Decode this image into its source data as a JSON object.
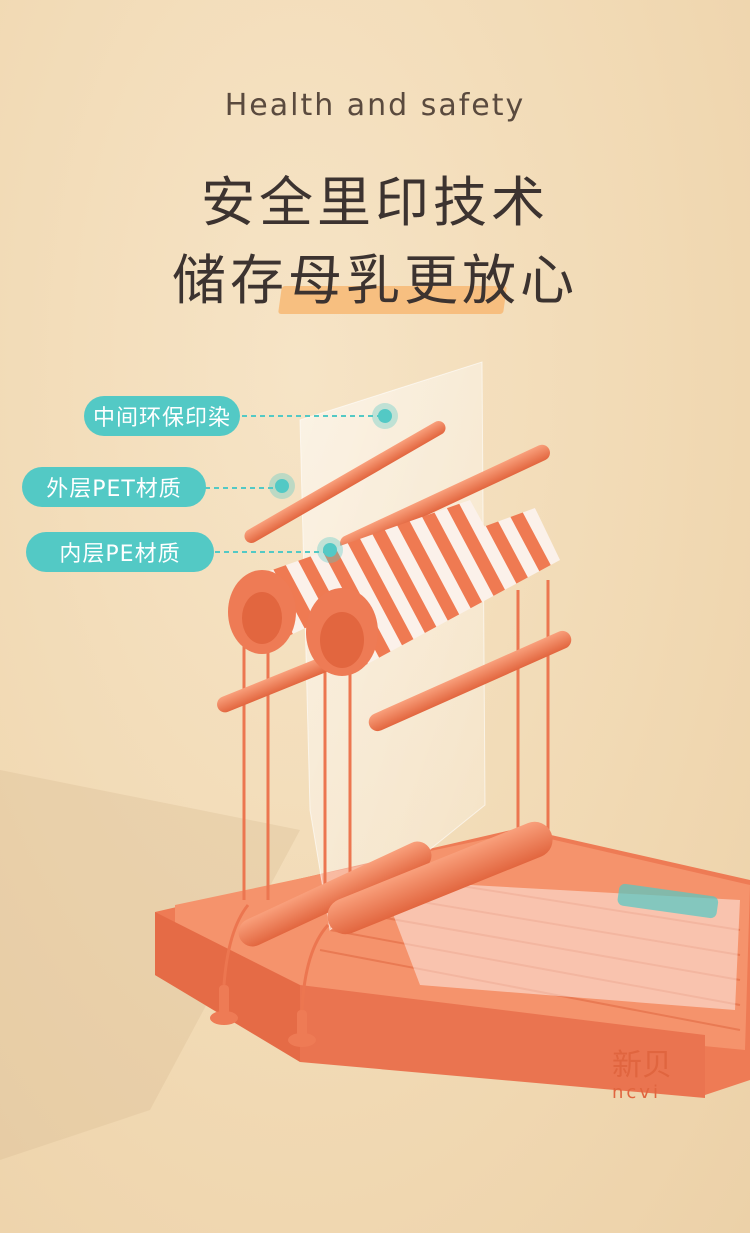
{
  "header": {
    "subtitle": "Health and safety",
    "title_line1": "安全里印技术",
    "title_line2": "储存母乳更放心"
  },
  "callouts": [
    {
      "label": "中间环保印染"
    },
    {
      "label": "外层PET材质"
    },
    {
      "label": "内层PE材质"
    }
  ],
  "product": {
    "brand_cn": "新贝",
    "brand_en": "ncvi"
  },
  "colors": {
    "background": "#f2dcb8",
    "accent_teal": "#53c9c5",
    "device_orange": "#ef7a52",
    "highlight": "#f7b874"
  }
}
